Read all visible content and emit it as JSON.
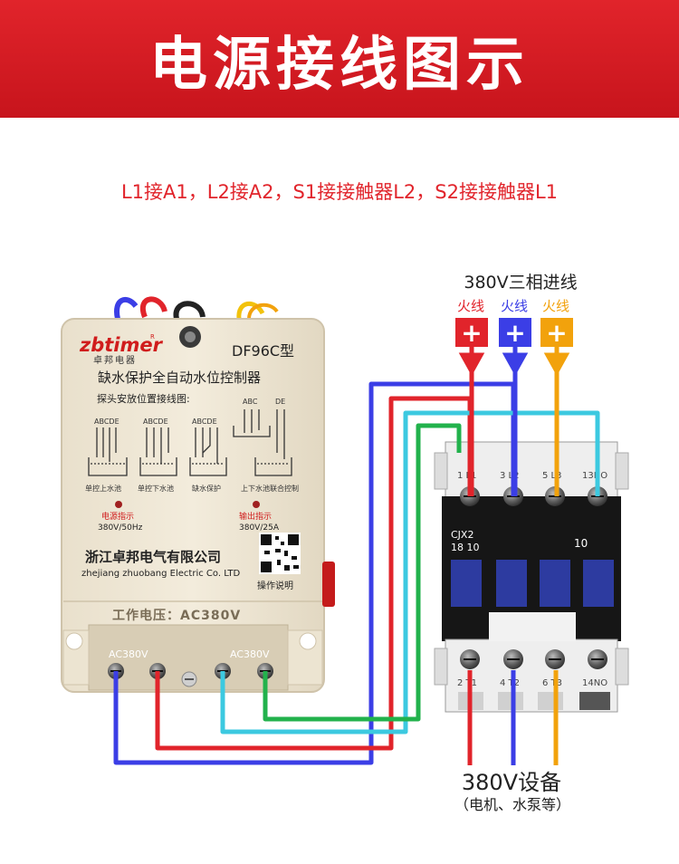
{
  "header": {
    "title": "电源接线图示",
    "instruction": "L1接A1，L2接A2，S1接接触器L2，S2接接触器L1"
  },
  "colors": {
    "banner": "#d41c23",
    "red_wire": "#e1242b",
    "blue_wire": "#3b3ee6",
    "orange_wire": "#f2a20c",
    "cyan_wire": "#3cc9e0",
    "green_wire": "#22b24c"
  },
  "three_phase": {
    "title": "380V三相进线",
    "phases": [
      {
        "label": "火线",
        "symbol": "+",
        "color": "#e1242b"
      },
      {
        "label": "火线",
        "symbol": "+",
        "color": "#3b3ee6"
      },
      {
        "label": "火线",
        "symbol": "+",
        "color": "#f2a20c"
      }
    ]
  },
  "controller": {
    "brand": "zbtimer",
    "brand_mark": "R",
    "brand_cn": "卓邦电器",
    "model": "DF96C型",
    "product_name": "缺水保护全自动水位控制器",
    "probe_heading": "探头安放位置接线图:",
    "probe_letters": "ABCDE",
    "probe_letters_split": [
      "ABC",
      "DE"
    ],
    "diagram_captions": [
      "单控上水池",
      "单控下水池",
      "缺水保护",
      "上下水池联合控制"
    ],
    "power_indicator": "电源指示",
    "power_rating": "380V/50Hz",
    "output_indicator": "输出指示",
    "output_rating": "380V/25A",
    "company_cn": "浙江卓邦电气有限公司",
    "company_en": "zhejiang zhuobang Electric Co. LTD",
    "manual": "操作说明",
    "working_voltage": "工作电压：AC380V",
    "left_terminal_label": "AC380V",
    "right_terminal_label": "AC380V"
  },
  "contactor": {
    "model_line1": "CJX2",
    "model_line2": "18 10",
    "rating": "10",
    "top_labels": [
      "1 L1",
      "3 L2",
      "5 L3",
      "13NO"
    ],
    "bottom_labels": [
      "2 T1",
      "4 T2",
      "6 T3",
      "14NO"
    ]
  },
  "equipment": {
    "title": "380V设备",
    "subtitle": "（电机、水泵等）"
  }
}
